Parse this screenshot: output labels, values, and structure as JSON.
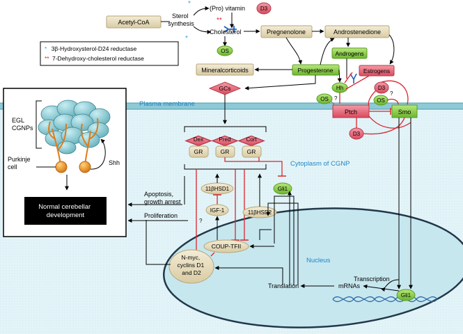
{
  "nodes": {
    "acetyl_coa": "Acetyl-CoA",
    "sterol_synthesis": [
      "Sterol",
      "synthesis"
    ],
    "pro_vitamin": "(Pro) vitamin",
    "d3": "D3",
    "cholesterol": "Cholesterol",
    "os": "OS",
    "pregnenolone": "Pregnenolone",
    "androstenedione": "Androstenedione",
    "androgens": "Androgens",
    "estrogens": "Estrogens",
    "progesterone": "Progesterone",
    "mineralcorticoids": "Mineralcorticoids",
    "gcs": "GCs",
    "hh": "Hh",
    "ptch": "Ptch",
    "smo": "Smo",
    "question": "?",
    "dex": "Dex",
    "pred": "Pred",
    "cort": "Cort",
    "gr": "GR",
    "gli1": "Gli1",
    "hsd1": "11βHSD1",
    "hsd2": "11βHSD2",
    "igf1": "IGF-1",
    "coup_tfii": "COUP-TFII",
    "nmyc": [
      "N-myc,",
      "cyclins D1",
      "and D2"
    ],
    "translation": "Translation",
    "mrnas": "mRNAs",
    "transcription": "Transcription",
    "nucleus": "Nucleus"
  },
  "legend": {
    "item1": {
      "mark": "*",
      "text": "3β-Hydroxysterol-D24 reductase"
    },
    "item2": {
      "mark": "**",
      "text": "7-Dehydroxy-cholesterol reductase"
    }
  },
  "labels": {
    "plasma_membrane": "Plasma membrane",
    "cytoplasm": "Cytoplasm of CGNP"
  },
  "cerebellum": {
    "egl": [
      "EGL",
      "CGNPs"
    ],
    "purkinje": [
      "Purkinje",
      "cell"
    ],
    "shh": "Shh",
    "outcome": [
      "Normal cerebellar",
      "development"
    ]
  },
  "side_labels": {
    "apoptosis": [
      "Apoptosis,",
      "growth arrest"
    ],
    "proliferation": "Proliferation"
  },
  "colors": {
    "tan_box": "#e9dfc3",
    "green_box": "#8fd04c",
    "pink_box": "#e8677a",
    "cytoplasm": "#e3f4f8",
    "nucleus": "#c7e7ef",
    "inhibition": "#d8262e",
    "membrane_label": "#1f86c4"
  }
}
